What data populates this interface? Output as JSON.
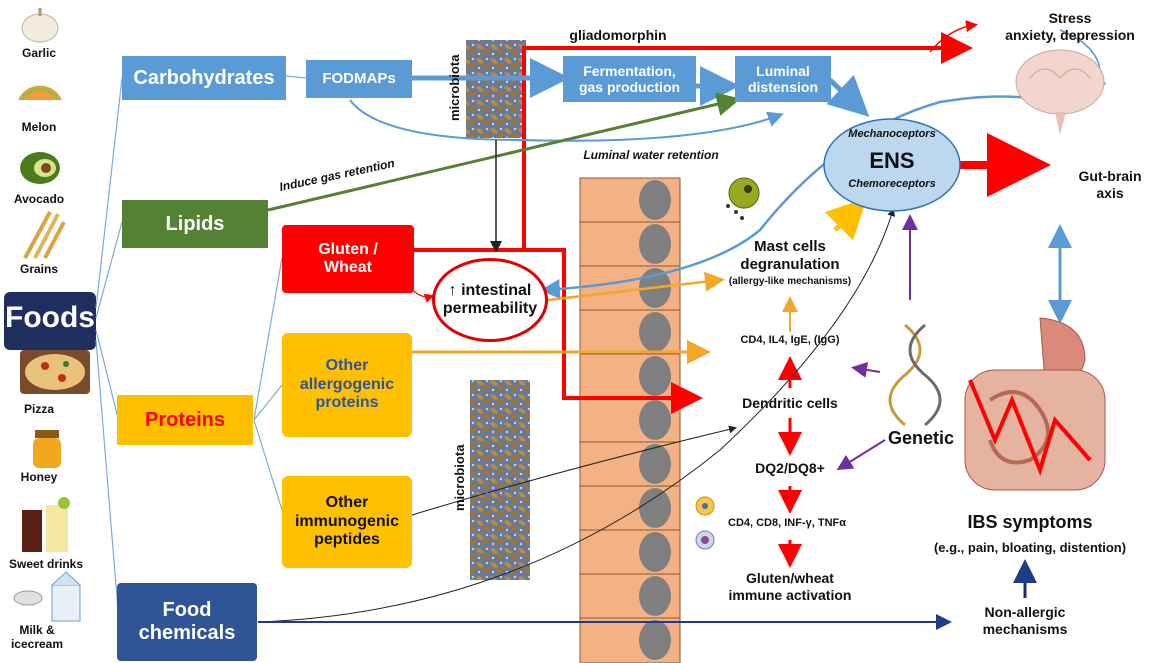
{
  "foods": {
    "title": "Foods",
    "items": [
      "Garlic",
      "Melon",
      "Avocado",
      "Grains",
      "Pizza",
      "Honey",
      "Sweet drinks",
      "Milk &\nicecream"
    ]
  },
  "categories": {
    "carbohydrates": "Carbohydrates",
    "lipids": "Lipids",
    "proteins": "Proteins",
    "food_chemicals": "Food\nchemicals"
  },
  "boxes": {
    "fodmaps": "FODMAPs",
    "fermentation": "Fermentation,\ngas production",
    "luminal_distension": "Luminal\ndistension",
    "gluten_wheat": "Gluten /\nWheat",
    "other_allergogenic": "Other\nallergogenic\nproteins",
    "other_immunogenic": "Other\nimmunogenic\npeptides",
    "intestinal_permeability": "↑ intestinal\npermeability"
  },
  "labels": {
    "gliadomorphin": "gliadomorphin",
    "microbiota_top": "microbiota",
    "microbiota_bottom": "microbiota",
    "luminal_water": "Luminal water retention",
    "induce_gas": "Induce gas retention",
    "mast_cells": "Mast cells\ndegranulation",
    "allergy_like": "(allergy-like mechanisms)",
    "cd4_il4": "CD4, IL4, IgE, (IgG)",
    "dendritic": "Dendritic cells",
    "dq2": "DQ2/DQ8+",
    "cd4_cd8": "CD4, CD8, INF-γ, TNFα",
    "gluten_immune": "Gluten/wheat\nimmune activation",
    "genetic": "Genetic",
    "ibs_title": "IBS symptoms",
    "ibs_sub": "(e.g., pain, bloating, distention)",
    "non_allergic": "Non-allergic\nmechanisms",
    "stress": "Stress\nanxiety, depression",
    "gut_brain": "Gut-brain\naxis"
  },
  "ens": {
    "title": "ENS",
    "mechano": "Mechanoceptors",
    "chemo": "Chemoreceptors"
  },
  "colors": {
    "blue_box": "#5b9bd5",
    "green_box": "#548235",
    "red_box": "#ff0000",
    "amber_box": "#ffc000",
    "dark_blue": "#1f3c88",
    "navy": "#1f2f5f",
    "peach": "#f4b183",
    "cell_nucleus": "#7f7f7f",
    "ens_fill": "#bdd7ee"
  }
}
